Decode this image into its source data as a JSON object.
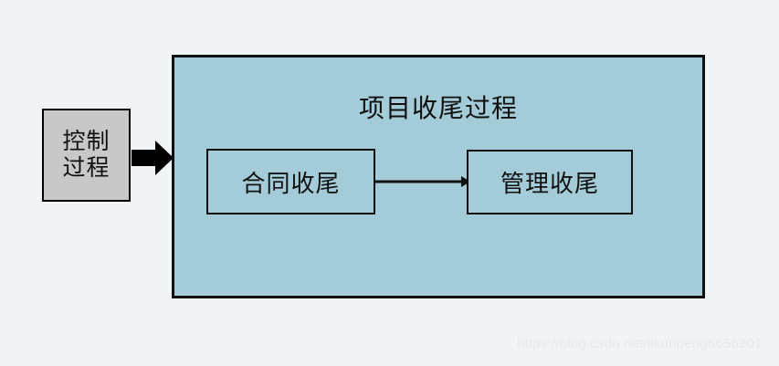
{
  "diagram": {
    "background_color": "#f1f4f7",
    "control_box": {
      "name": "control-process",
      "line1": "控制",
      "line2": "过程",
      "fill_color": "#c8c8c8",
      "border_color": "#000000"
    },
    "entry_arrow": {
      "name": "block-arrow",
      "direction": "right",
      "color": "#000000"
    },
    "container": {
      "title": "项目收尾过程",
      "fill_color": "#a3cbd8",
      "border_color": "#101010"
    },
    "steps": [
      {
        "id": "contract-closing",
        "label": "合同收尾",
        "fill_color": "#a3cbd8",
        "border_color": "#101010"
      },
      {
        "id": "administrative-closing",
        "label": "管理收尾",
        "fill_color": "#a3cbd8",
        "border_color": "#101010"
      }
    ],
    "step_connector": {
      "name": "flow-arrow",
      "direction": "right",
      "color": "#101010"
    }
  },
  "watermark": {
    "text": "https://blog.csdn.net/likunpeng6656201",
    "color": "#e3e9ef"
  }
}
